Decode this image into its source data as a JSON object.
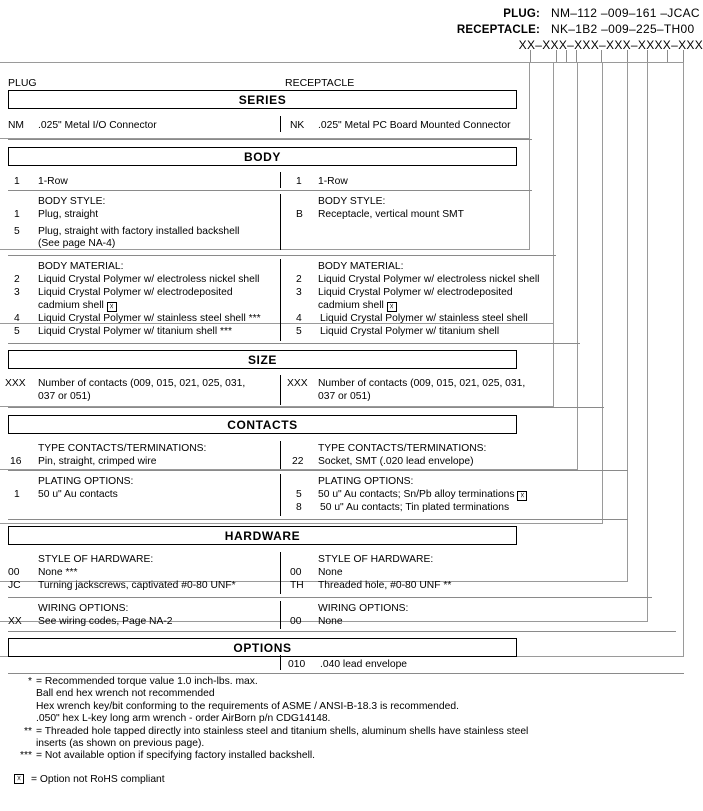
{
  "part_numbers": {
    "plug_label": "PLUG:",
    "plug_value": "NM–112 –009–161 –JCAC",
    "receptacle_label": "RECEPTACLE:",
    "receptacle_value": "NK–1B2 –009–225–TH00",
    "pattern_value": "XX–XXX–XXX–XXX–XXXX–XXX"
  },
  "columns": {
    "plug": "PLUG",
    "receptacle": "RECEPTACLE"
  },
  "sections": [
    {
      "title": "SERIES",
      "plug": [
        {
          "code": "NM",
          "text": ".025\" Metal I/O Connector"
        }
      ],
      "receptacle": [
        {
          "code": "NK",
          "text": ".025\" Metal PC Board Mounted Connector"
        }
      ]
    },
    {
      "title": "BODY",
      "plug": [
        {
          "code": "1",
          "text": "1-Row"
        }
      ],
      "receptacle": [
        {
          "code": "1",
          "text": "1-Row"
        }
      ]
    },
    {
      "title": "",
      "plug_header": "BODY STYLE:",
      "receptacle_header": "BODY STYLE:",
      "plug": [
        {
          "code": "1",
          "text": "Plug, straight"
        },
        {
          "code": "5",
          "text": "Plug, straight with factory installed backshell"
        },
        {
          "code": "",
          "text": "(See page NA-4)"
        }
      ],
      "receptacle": [
        {
          "code": "B",
          "text": "Receptacle, vertical mount SMT"
        }
      ]
    },
    {
      "title": "",
      "plug_header": "BODY MATERIAL:",
      "receptacle_header": "BODY MATERIAL:",
      "plug": [
        {
          "code": "2",
          "text": "Liquid Crystal Polymer w/ electroless nickel shell"
        },
        {
          "code": "3",
          "text": "Liquid Crystal Polymer w/ electrodeposited"
        },
        {
          "code": "",
          "text": "cadmium shell",
          "rohs": true
        },
        {
          "code": "4",
          "text": "Liquid Crystal Polymer w/ stainless steel shell ***"
        },
        {
          "code": "5",
          "text": "Liquid Crystal Polymer w/ titanium shell ***"
        }
      ],
      "receptacle": [
        {
          "code": "2",
          "text": "Liquid Crystal Polymer w/ electroless nickel shell"
        },
        {
          "code": "3",
          "text": "Liquid Crystal Polymer w/ electrodeposited"
        },
        {
          "code": "",
          "text": "cadmium shell",
          "rohs": true
        },
        {
          "code": "4",
          "text": "Liquid Crystal Polymer w/ stainless steel shell"
        },
        {
          "code": "5",
          "text": "Liquid Crystal Polymer w/ titanium shell"
        }
      ]
    },
    {
      "title": "SIZE",
      "plug": [
        {
          "code": "XXX",
          "text": "Number of contacts (009, 015, 021, 025, 031,"
        },
        {
          "code": "",
          "text": "037 or 051)"
        }
      ],
      "receptacle": [
        {
          "code": "XXX",
          "text": "Number of contacts (009, 015, 021, 025, 031,"
        },
        {
          "code": "",
          "text": "037 or 051)"
        }
      ]
    },
    {
      "title": "CONTACTS",
      "plug_header": "TYPE CONTACTS/TERMINATIONS:",
      "receptacle_header": "TYPE CONTACTS/TERMINATIONS:",
      "plug": [
        {
          "code": "16",
          "text": "Pin, straight, crimped wire"
        }
      ],
      "receptacle": [
        {
          "code": "22",
          "text": "Socket, SMT (.020 lead envelope)"
        }
      ]
    },
    {
      "title": "",
      "plug_header": "PLATING OPTIONS:",
      "receptacle_header": "PLATING OPTIONS:",
      "plug": [
        {
          "code": "1",
          "text": "50 u\" Au contacts"
        }
      ],
      "receptacle": [
        {
          "code": "5",
          "text": "50 u\" Au contacts; Sn/Pb alloy terminations",
          "rohs": true
        },
        {
          "code": "8",
          "text": "50 u\" Au contacts; Tin plated terminations"
        }
      ]
    },
    {
      "title": "HARDWARE",
      "plug_header": "STYLE OF HARDWARE:",
      "receptacle_header": "STYLE OF HARDWARE:",
      "plug": [
        {
          "code": "00",
          "text": "None  ***"
        },
        {
          "code": "JC",
          "text": "Turning jackscrews, captivated #0-80 UNF*"
        }
      ],
      "receptacle": [
        {
          "code": "00",
          "text": "None"
        },
        {
          "code": "TH",
          "text": "Threaded hole, #0-80 UNF  **"
        }
      ]
    },
    {
      "title": "",
      "plug_header": "WIRING OPTIONS:",
      "receptacle_header": "WIRING OPTIONS:",
      "plug": [
        {
          "code": "XX",
          "text": "See wiring codes, Page NA-2"
        }
      ],
      "receptacle": [
        {
          "code": "00",
          "text": "None"
        }
      ]
    },
    {
      "title": "OPTIONS",
      "plug": [],
      "receptacle": [
        {
          "code": "010",
          "text": ".040 lead envelope"
        }
      ]
    }
  ],
  "footnotes": [
    {
      "mark": "*",
      "lines": [
        "= Recommended torque value 1.0 inch-lbs. max.",
        "Ball end hex wrench not recommended",
        "Hex wrench key/bit conforming to the requirements of ASME / ANSI-B-18.3 is recommended.",
        ".050\" hex L-key long arm wrench - order AirBorn p/n CDG14148."
      ]
    },
    {
      "mark": "**",
      "lines": [
        "= Threaded hole tapped directly into stainless steel and titanium shells, aluminum shells have stainless steel",
        "inserts (as shown on previous page)."
      ]
    },
    {
      "mark": "***",
      "lines": [
        "= Not available option if specifying factory installed backshell."
      ]
    }
  ],
  "rohs_note": "= Option not RoHS compliant"
}
